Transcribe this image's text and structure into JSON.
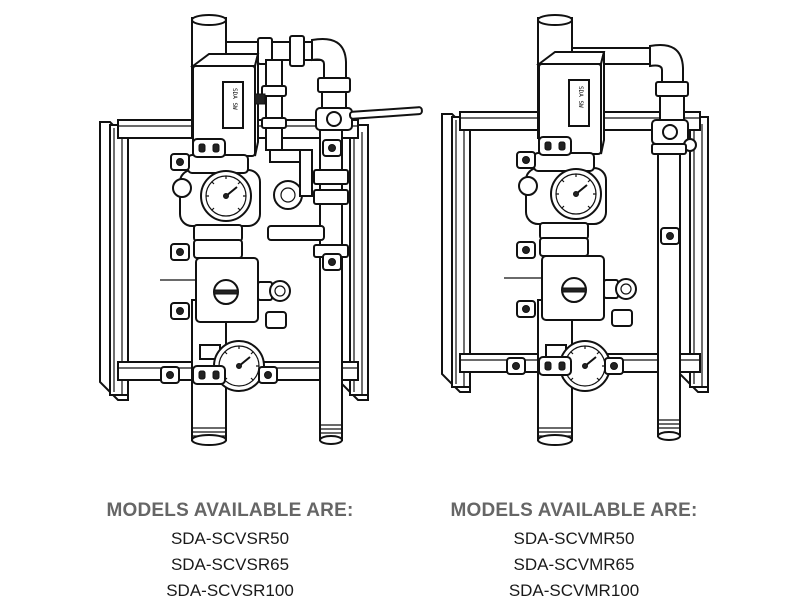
{
  "left_assembly": {
    "heading": "MODELS AVAILABLE ARE:",
    "models": [
      "SDA-SCVSR50",
      "SDA-SCVSR65",
      "SDA-SCVSR100"
    ]
  },
  "right_assembly": {
    "heading": "MODELS AVAILABLE ARE:",
    "models": [
      "SDA-SCVMR50",
      "SDA-SCVMR65",
      "SDA-SCVMR100"
    ]
  },
  "colors": {
    "line": "#111111",
    "heading": "#666666",
    "text": "#1a1a1a",
    "background": "#ffffff"
  }
}
